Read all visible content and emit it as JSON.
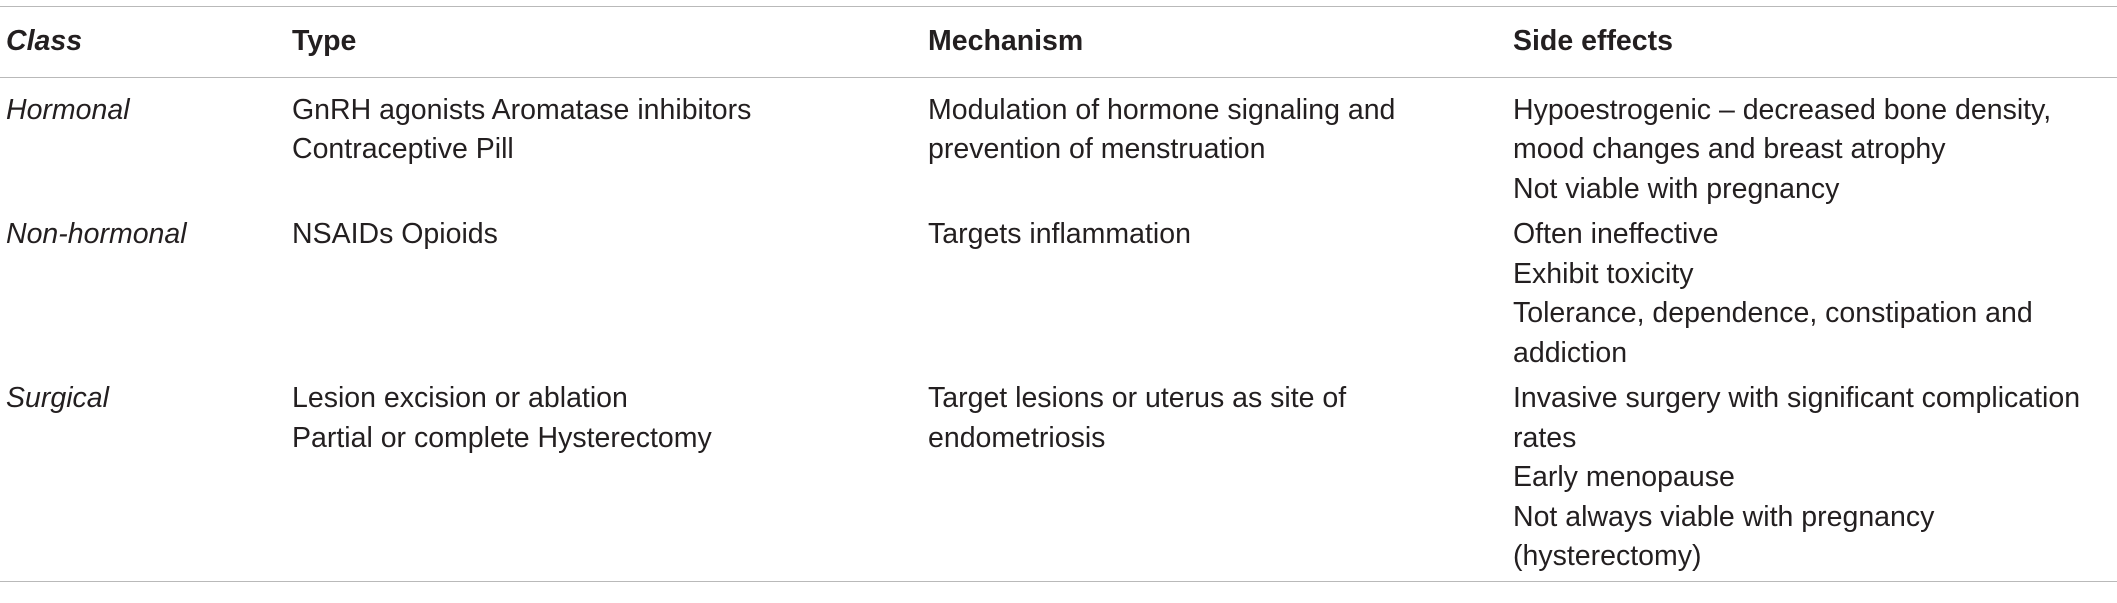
{
  "table": {
    "headers": [
      "Class",
      "Type",
      "Mechanism",
      "Side effects"
    ],
    "rows": [
      {
        "class": "Hormonal",
        "type": [
          "GnRH agonists Aromatase inhibitors",
          "Contraceptive Pill"
        ],
        "mechanism": [
          "Modulation of hormone signaling and",
          "prevention of menstruation"
        ],
        "side_effects": [
          "Hypoestrogenic – decreased bone density,",
          "mood changes and breast atrophy",
          "Not viable with pregnancy"
        ]
      },
      {
        "class": "Non-hormonal",
        "type": [
          "NSAIDs Opioids"
        ],
        "mechanism": [
          "Targets inflammation"
        ],
        "side_effects": [
          "Often ineffective",
          "Exhibit toxicity",
          "Tolerance, dependence, constipation and",
          "addiction"
        ]
      },
      {
        "class": "Surgical",
        "type": [
          "Lesion excision or ablation",
          "Partial or complete Hysterectomy"
        ],
        "mechanism": [
          "Target lesions or uterus as site of",
          "endometriosis"
        ],
        "side_effects": [
          "Invasive surgery with significant complication",
          "rates",
          "Early menopause",
          "Not always viable with pregnancy",
          "(hysterectomy)"
        ]
      }
    ]
  }
}
